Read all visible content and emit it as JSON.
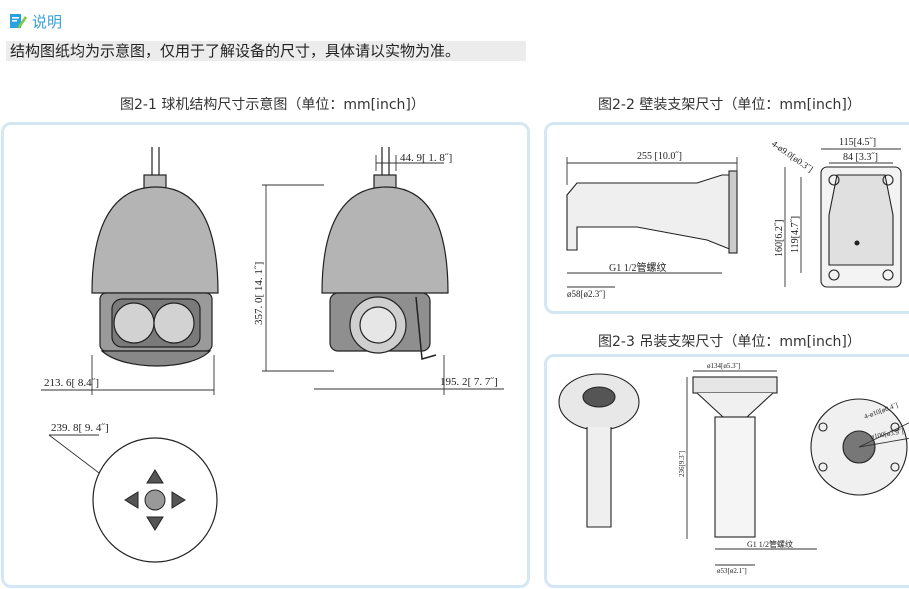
{
  "note": {
    "title": "说明",
    "text": "结构图纸均为示意图，仅用于了解设备的尺寸，具体请以实物为准。"
  },
  "fig1": {
    "caption": "图2-1 球机结构尺寸示意图（单位：mm[inch]）",
    "dim_width": "213. 6[ 8.4˝]",
    "dim_height": "357. 0[ 14. 1˝]",
    "dim_top": "44. 9[ 1. 8˝]",
    "dim_depth": "195. 2[ 7. 7˝]",
    "dim_diameter": "239. 8[ 9. 4˝]"
  },
  "fig2": {
    "caption": "图2-2 壁装支架尺寸（单位：mm[inch]）",
    "dim_length": "255 [10.0˝]",
    "dim_thread": "G1 1/2管螺纹",
    "dim_pipe": "ø58[ø2.3˝]",
    "dim_holes": "4-ø9.0[ø0.3˝]",
    "dim_outer_w": "115[4.5˝]",
    "dim_inner_w": "84 [3.3˝]",
    "dim_outer_h": "160[6.2˝]",
    "dim_inner_h": "119[4.7˝]"
  },
  "fig3": {
    "caption": "图2-3 吊装支架尺寸（单位：mm[inch]）",
    "dim_top_d": "ø134[ø5.3˝]",
    "dim_height": "236[9.3˝]",
    "dim_thread": "G1 1/2管螺纹",
    "dim_pipe_d": "ø53[ø2.1˝]",
    "dim_pcd": "4-ø10[ø0.4˝]",
    "dim_pcd2": "ø100[ø3.9˝]"
  }
}
